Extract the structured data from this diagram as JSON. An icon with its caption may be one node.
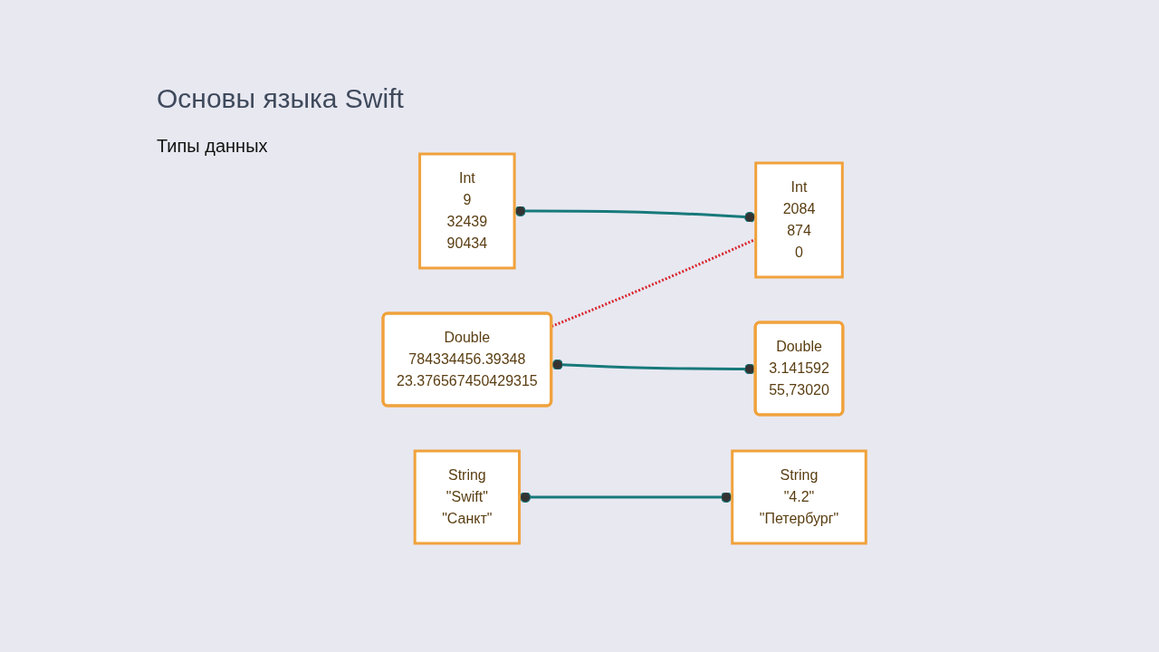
{
  "diagram": {
    "title": "Основы языка Swift",
    "nodes": [
      {
        "text": [
          "Int",
          "9",
          "32439",
          "90434"
        ]
      },
      {
        "text": [
          "Int",
          "2084",
          "874",
          "0"
        ]
      },
      {
        "text": [
          "Double",
          "784334456.39348",
          "23.376567450429315"
        ]
      },
      {
        "text": [
          "Double",
          "3.141592",
          "55,73020"
        ]
      },
      {
        "text": [
          "String",
          "\"Swift\"",
          "\"Санкт\""
        ]
      },
      {
        "text": [
          "String",
          "\"4.2\"",
          "\"Петербург\""
        ]
      }
    ],
    "edges": [
      {
        "from": 0,
        "to": 1,
        "arrow": "other"
      },
      {
        "from": 2,
        "to": 1,
        "arrow": "none",
        "style": "dashed",
        "color": "#d9262e"
      },
      {
        "from": 2,
        "to": 3,
        "arrow": "other"
      },
      {
        "from": 4,
        "to": 5,
        "arrow": "other"
      }
    ],
    "labels": [
      "Типы данных"
    ]
  }
}
